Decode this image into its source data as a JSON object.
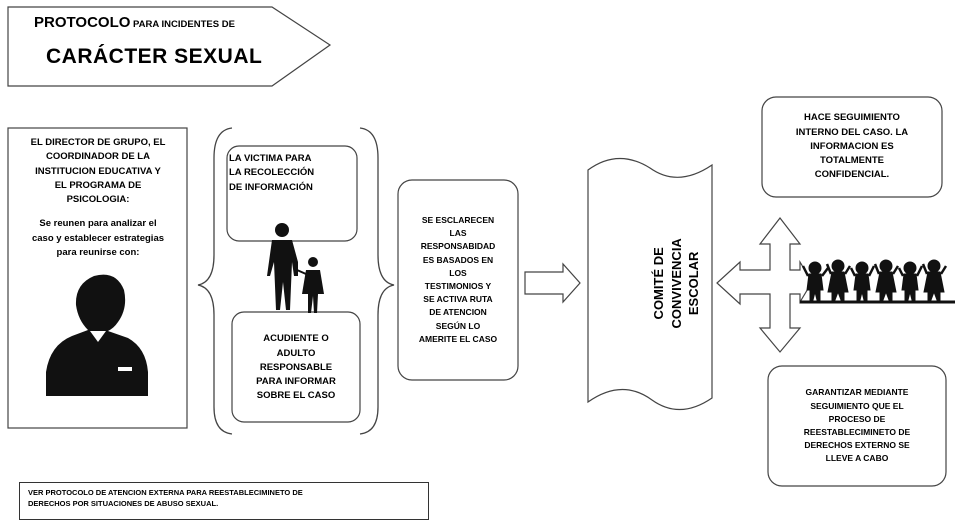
{
  "header": {
    "title_part1": "PROTOCOLO",
    "title_part2": " PARA INCIDENTES DE",
    "title_line2": "CARÁCTER SEXUAL"
  },
  "director_box": {
    "lines": [
      "EL DIRECTOR DE GRUPO, EL",
      "COORDINADOR DE LA",
      "INSTITUCION EDUCATIVA Y",
      "EL PROGRAMA DE",
      "PSICOLOGIA:"
    ],
    "sub_lines": [
      "Se reunen para analizar el",
      "caso y establecer estrategias",
      "para reunirse con:"
    ]
  },
  "victim_box": {
    "lines": [
      "LA VICTIMA PARA",
      "LA RECOLECCIÓN",
      "DE INFORMACIÓN"
    ]
  },
  "guardian_box": {
    "lines": [
      "ACUDIENTE O",
      "ADULTO",
      "RESPONSABLE",
      "PARA INFORMAR",
      "SOBRE EL CASO"
    ]
  },
  "clarify_box": {
    "lines": [
      "SE ESCLARECEN",
      "LAS",
      "RESPONSABIDAD",
      "ES BASADOS EN",
      "LOS",
      "TESTIMONIOS  Y",
      "SE ACTIVA RUTA",
      "DE ATENCION",
      "SEGÚN LO",
      "AMERITE EL CASO"
    ]
  },
  "committee": {
    "lines": [
      "COMITÉ DE",
      "CONVIVENCIA",
      "ESCOLAR"
    ]
  },
  "followup_box": {
    "lines": [
      "HACE SEGUIMIENTO",
      "INTERNO DEL CASO. LA",
      "INFORMACION ES",
      "TOTALMENTE",
      "CONFIDENCIAL."
    ]
  },
  "guarantee_box": {
    "lines": [
      "GARANTIZAR MEDIANTE",
      "SEGUIMIENTO QUE EL",
      "PROCESO DE",
      "REESTABLECIMINETO DE",
      "DERECHOS EXTERNO SE",
      "LLEVE A CABO"
    ]
  },
  "footer": {
    "line1": "VER PROTOCOLO DE ATENCION EXTERNA PARA REESTABLECIMINETO DE",
    "line2": "DERECHOS POR SITUACIONES DE ABUSO SEXUAL."
  },
  "icons": [
    "man-silhouette-icon",
    "adult-child-silhouette-icon",
    "children-group-icon"
  ],
  "colors": {
    "ink": "#000000",
    "border": "#555555",
    "background": "#ffffff"
  }
}
